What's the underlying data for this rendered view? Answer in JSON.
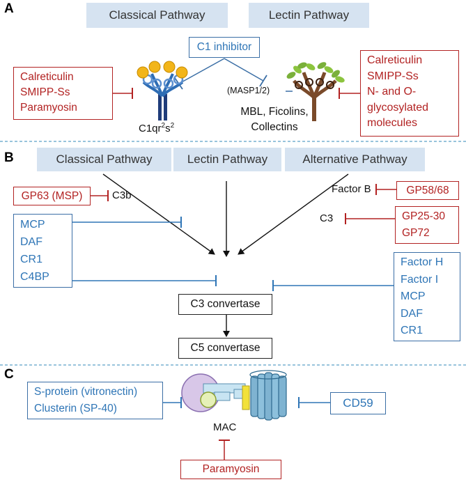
{
  "panels": {
    "a": "A",
    "b": "B",
    "c": "C"
  },
  "panel_a": {
    "classical_pathway": "Classical Pathway",
    "lectin_pathway": "Lectin Pathway",
    "c1_inhibitor": "C1 inhibitor",
    "left_inhibitors": [
      "Calreticulin",
      "SMIPP-Ss",
      "Paramyosin"
    ],
    "right_inhibitors": [
      "Calreticulin",
      "SMIPP-Ss",
      "N- and O-",
      "glycosylated",
      "molecules"
    ],
    "c1_label_main": "C1qr",
    "c1_sup1": "2",
    "c1_mid": "s",
    "c1_sup2": "2",
    "masp_label": "(MASP1/2)",
    "lectin_molecules": [
      "MBL, Ficolins,",
      "Collectins"
    ]
  },
  "panel_b": {
    "classical_pathway": "Classical Pathway",
    "lectin_pathway": "Lectin Pathway",
    "alternative_pathway": "Alternative Pathway",
    "gp63": "GP63 (MSP)",
    "c3b": "C3b",
    "factor_b": "Factor B",
    "gp58": "GP58/68",
    "c3": "C3",
    "gp25": [
      "GP25-30",
      "GP72"
    ],
    "left_regulators": [
      "MCP",
      "DAF",
      "CR1",
      "C4BP"
    ],
    "right_regulators": [
      "Factor H",
      "Factor I",
      "MCP",
      "DAF",
      "CR1"
    ],
    "c3_convertase": "C3 convertase",
    "c5_convertase": "C5 convertase"
  },
  "panel_c": {
    "left_regulators": [
      "S-protein (vitronectin)",
      "Clusterin (SP-40)"
    ],
    "cd59": "CD59",
    "mac": "MAC",
    "paramyosin": "Paramyosin"
  },
  "colors": {
    "inhibitor_red": "#b22222",
    "regulator_blue": "#2e75b6",
    "pathway_bg": "#d6e3f1",
    "divider": "#5aa0c8"
  }
}
